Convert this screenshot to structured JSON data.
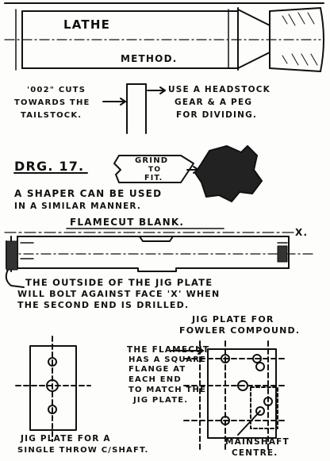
{
  "lathe": {
    "title": "LATHE",
    "method": "METHOD.",
    "cut_note": [
      "'002\" CUTS",
      "TOWARDS THE",
      "TAILSTOCK."
    ],
    "gear_note": [
      "USE A HEADSTOCK",
      "GEAR & A PEG",
      "FOR DIVIDING."
    ]
  },
  "drawing17": {
    "label": "DRG. 17.",
    "grind_note": [
      "GRIND",
      "TO",
      "FIT."
    ],
    "stamp_text": [
      "",
      ""
    ],
    "shaper_note": [
      "A SHAPER CAN BE USED",
      "IN A SIMILAR MANNER."
    ],
    "blank_title": "FLAMECUT BLANK.",
    "face_label": "X.",
    "outside_note": [
      "THE OUTSIDE OF THE JIG PLATE",
      "WILL BOLT AGAINST FACE 'X' WHEN",
      "THE SECOND END IS DRILLED."
    ]
  },
  "jig_plates": {
    "fowler_title": [
      "JIG PLATE FOR",
      "FOWLER COMPOUND."
    ],
    "flange_note": [
      "THE FLAMECUT",
      "HAS A SQUARE",
      "FLANGE AT",
      "EACH END",
      "TO MATCH THE",
      "JIG PLATE."
    ],
    "single_throw_label": [
      "JIG PLATE FOR A",
      "SINGLE THROW C/SHAFT."
    ],
    "mainshaft_label": [
      "MAINSHAFT",
      "CENTRE."
    ]
  }
}
